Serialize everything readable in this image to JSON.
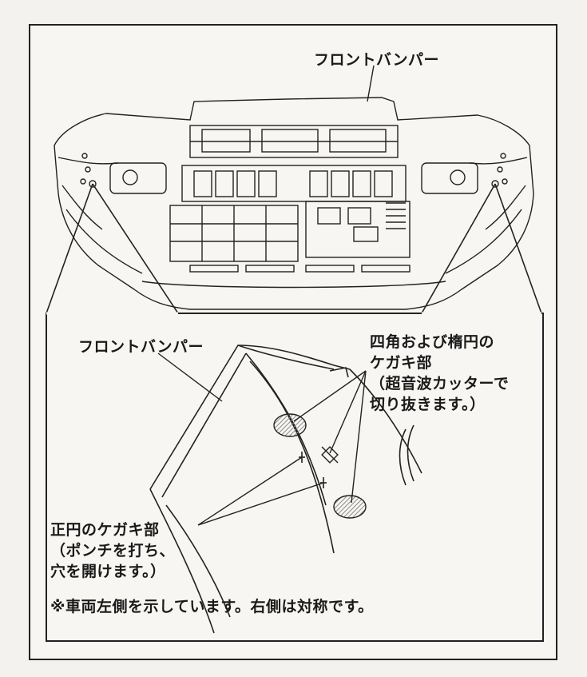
{
  "labels": {
    "front_bumper_top": "フロントバンパー",
    "front_bumper_inset": "フロントバンパー",
    "cut_title_1": "四角および楕円の",
    "cut_title_2": "ケガキ部",
    "cut_note_1": "（超音波カッターで",
    "cut_note_2": "切り抜きます。）",
    "punch_title": "正円のケガキ部",
    "punch_note_1": "（ポンチを打ち、",
    "punch_note_2": "穴を開けます。）",
    "footnote": "※車両左側を示しています。右側は対称です。"
  },
  "colors": {
    "line": "#222222",
    "hatch": "#9a9a9a",
    "paper": "#f7f6f3"
  }
}
